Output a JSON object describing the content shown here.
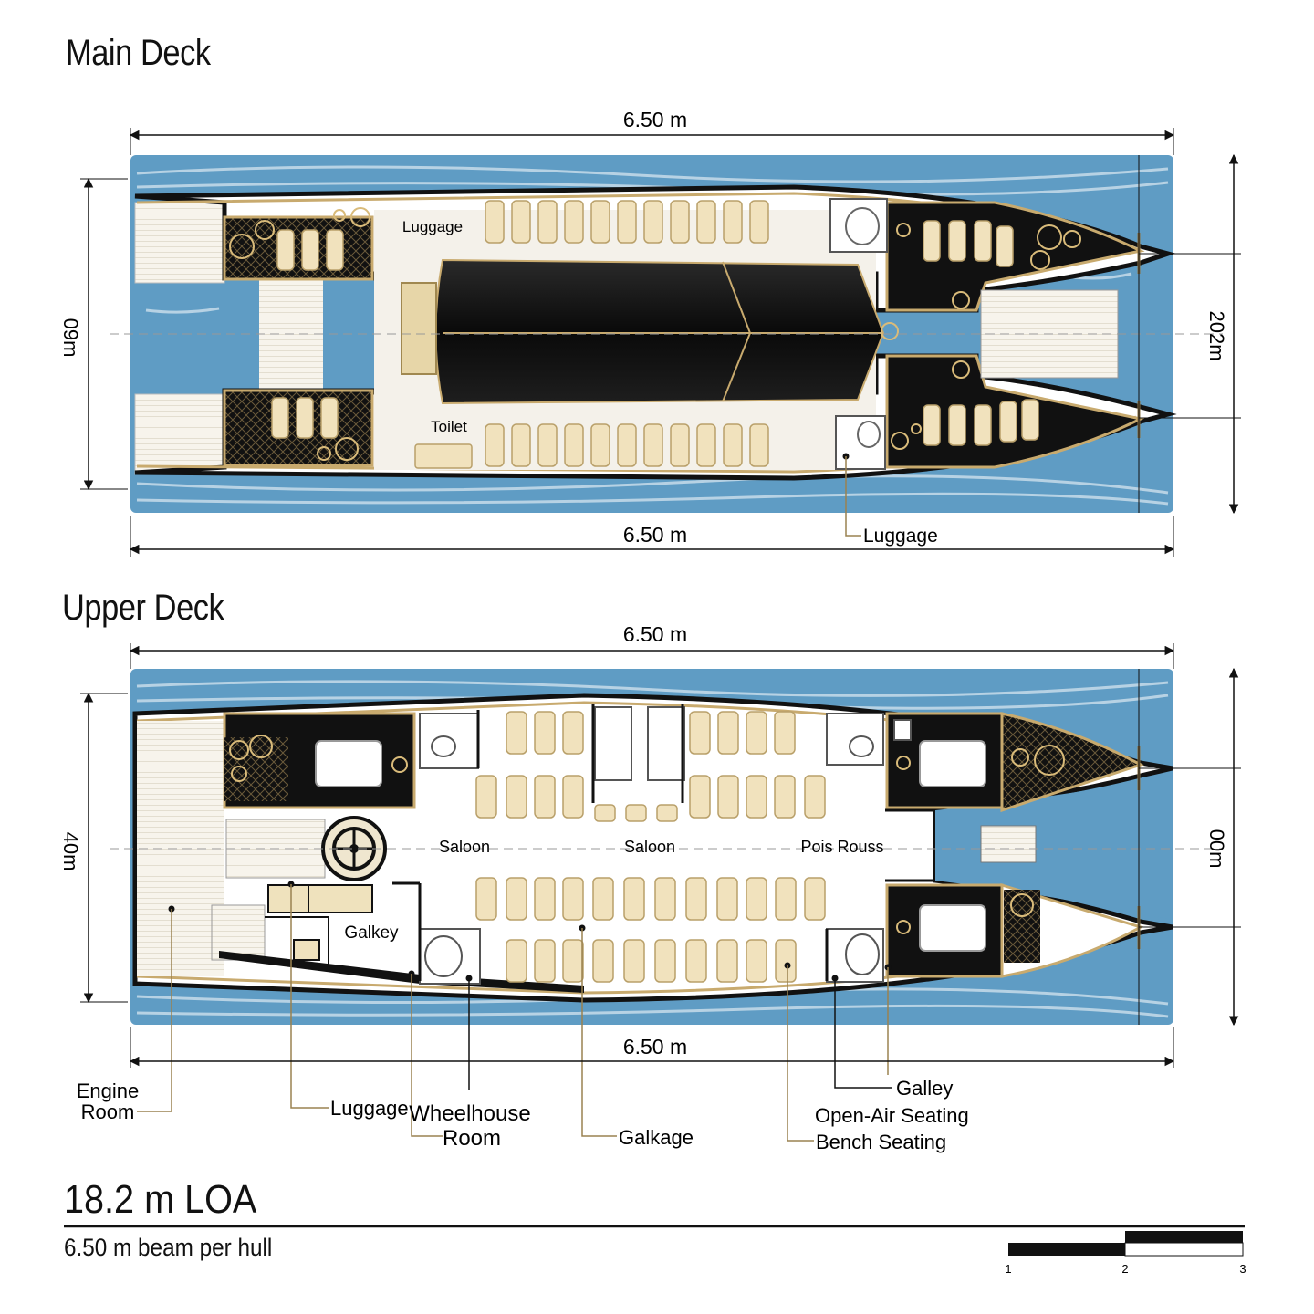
{
  "main_deck": {
    "title": "Main Deck",
    "dim_top": "6.50 m",
    "dim_bottom": "6.50 m",
    "dim_left": "09m",
    "dim_right": "202m",
    "labels": {
      "luggage_top": "Luggage",
      "toilet": "Toilet",
      "luggage_callout": "Luggage"
    }
  },
  "upper_deck": {
    "title": "Upper Deck",
    "dim_top": "6.50 m",
    "dim_bottom": "6.50 m",
    "dim_left": "40m",
    "dim_right": "00m",
    "labels": {
      "saloon_1": "Saloon",
      "saloon_2": "Saloon",
      "pois_rouss": "Pois Rouss",
      "galkey": "Galkey"
    },
    "callouts": {
      "engine_room_1": "Engine",
      "engine_room_2": "Room",
      "luggage": "Luggage",
      "wheelhouse_1": "Wheelhouse",
      "wheelhouse_2": "Room",
      "galkage": "Galkage",
      "galley": "Galley",
      "open_air": "Open-Air Seating",
      "bench": "Bench Seating"
    }
  },
  "footer": {
    "loa": "18.2 m LOA",
    "beam": "6.50 m beam per hull",
    "scale_ticks": [
      "1",
      "2",
      "3"
    ]
  },
  "colors": {
    "water": "#5f9cc4",
    "hull_black": "#0d0d0d",
    "gold": "#c8aa6e",
    "seat": "#f1e2bd",
    "deck_floor": "#f4f1ea"
  }
}
